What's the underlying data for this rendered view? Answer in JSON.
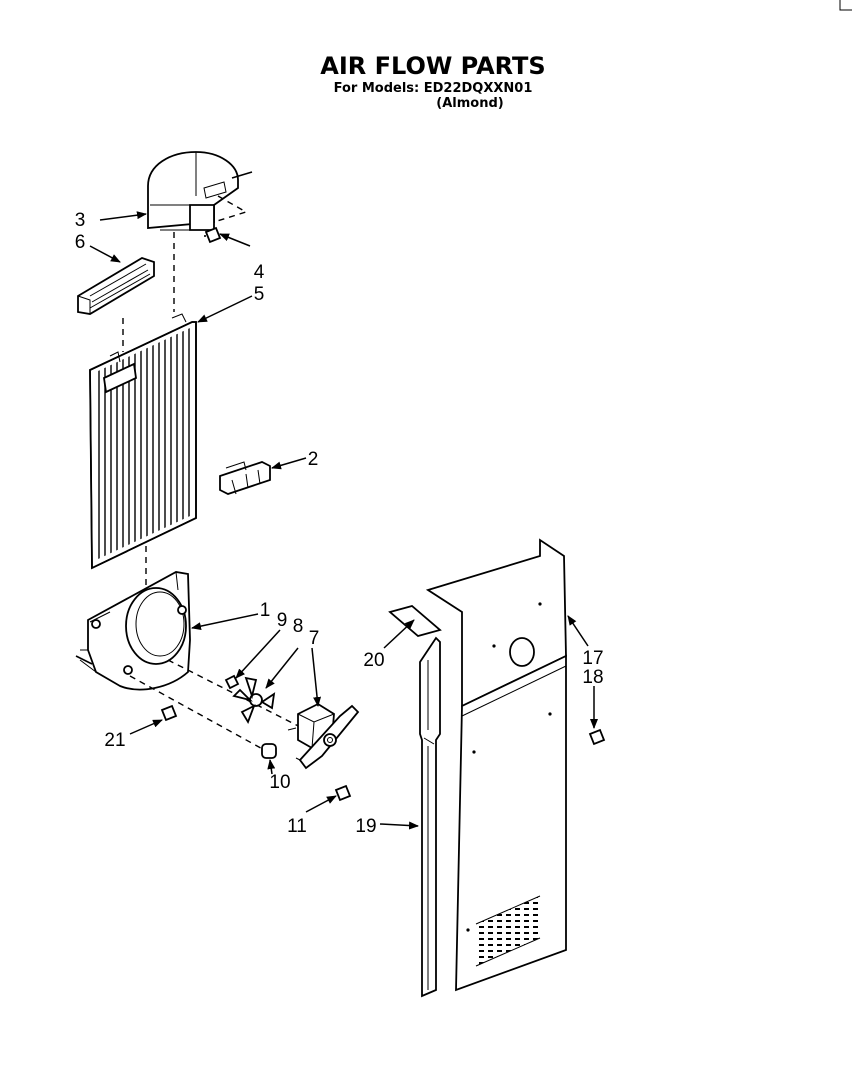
{
  "header": {
    "title": "AIR FLOW PARTS",
    "models_line": "For Models: ED22DQXXN01",
    "color_line": "(Almond)"
  },
  "callouts": [
    {
      "id": "1",
      "label": "1"
    },
    {
      "id": "2",
      "label": "2"
    },
    {
      "id": "3",
      "label": "3"
    },
    {
      "id": "4",
      "label": "4"
    },
    {
      "id": "5",
      "label": "5"
    },
    {
      "id": "6",
      "label": "6"
    },
    {
      "id": "7",
      "label": "7"
    },
    {
      "id": "8",
      "label": "8"
    },
    {
      "id": "9",
      "label": "9"
    },
    {
      "id": "10",
      "label": "10"
    },
    {
      "id": "11",
      "label": "11"
    },
    {
      "id": "17",
      "label": "17"
    },
    {
      "id": "18",
      "label": "18"
    },
    {
      "id": "19",
      "label": "19"
    },
    {
      "id": "20",
      "label": "20"
    },
    {
      "id": "21",
      "label": "21"
    }
  ]
}
